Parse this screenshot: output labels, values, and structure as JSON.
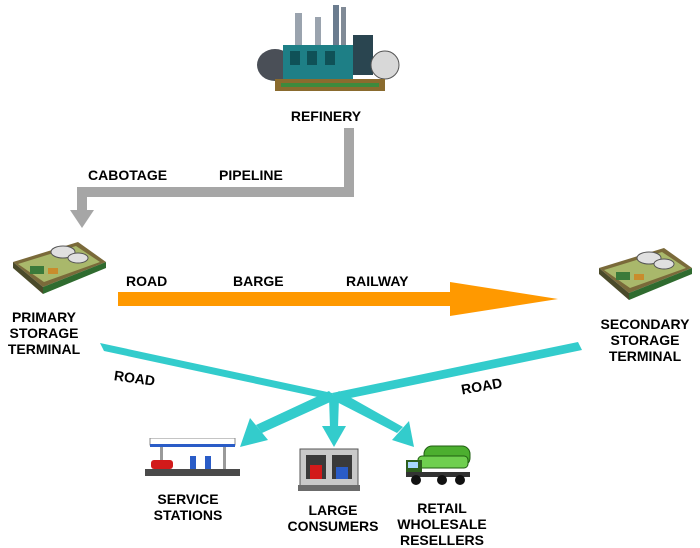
{
  "nodes": {
    "refinery": "REFINERY",
    "primary": "PRIMARY\nSTORAGE\nTERMINAL",
    "secondary": "SECONDARY\nSTORAGE\nTERMINAL",
    "service": "SERVICE\nSTATIONS",
    "large": "LARGE\nCONSUMERS",
    "retail": "RETAIL\nWHOLESALE\nRESELLERS"
  },
  "edges": {
    "cabotage": "CABOTAGE",
    "pipeline": "PIPELINE",
    "road_top": "ROAD",
    "barge": "BARGE",
    "railway": "RAILWAY",
    "road_left": "ROAD",
    "road_right": "ROAD"
  },
  "colors": {
    "gray_arrow": "#a6a6a6",
    "orange_arrow": "#ff9900",
    "cyan_arrow": "#33cccc"
  },
  "icons": [
    "refinery-icon",
    "primary-terminal-icon",
    "secondary-terminal-icon",
    "service-station-icon",
    "large-consumers-icon",
    "retail-truck-icon"
  ]
}
